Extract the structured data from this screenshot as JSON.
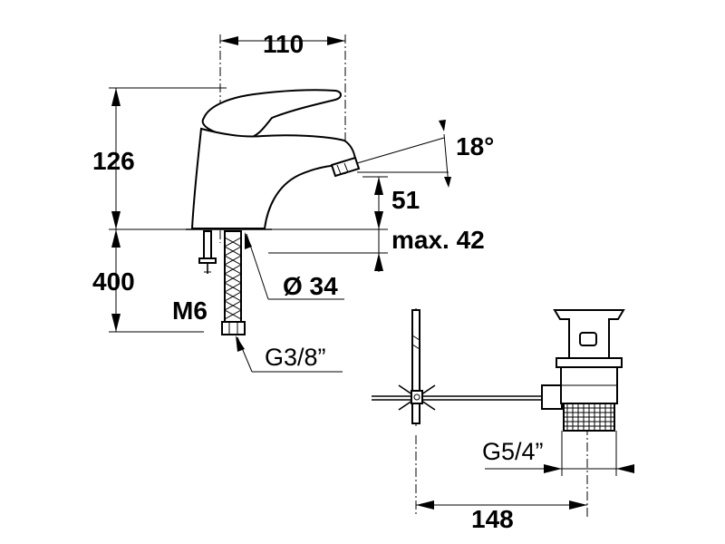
{
  "dimensions": {
    "width_top": "110",
    "height_body": "126",
    "angle": "18°",
    "spout_height": "51",
    "max_thickness": "max. 42",
    "hole_diameter": "Ø 34",
    "hose_length": "400",
    "stud_thread": "M6",
    "hose_thread": "G3/8”",
    "waste_thread": "G5/4”",
    "waste_length": "148"
  }
}
